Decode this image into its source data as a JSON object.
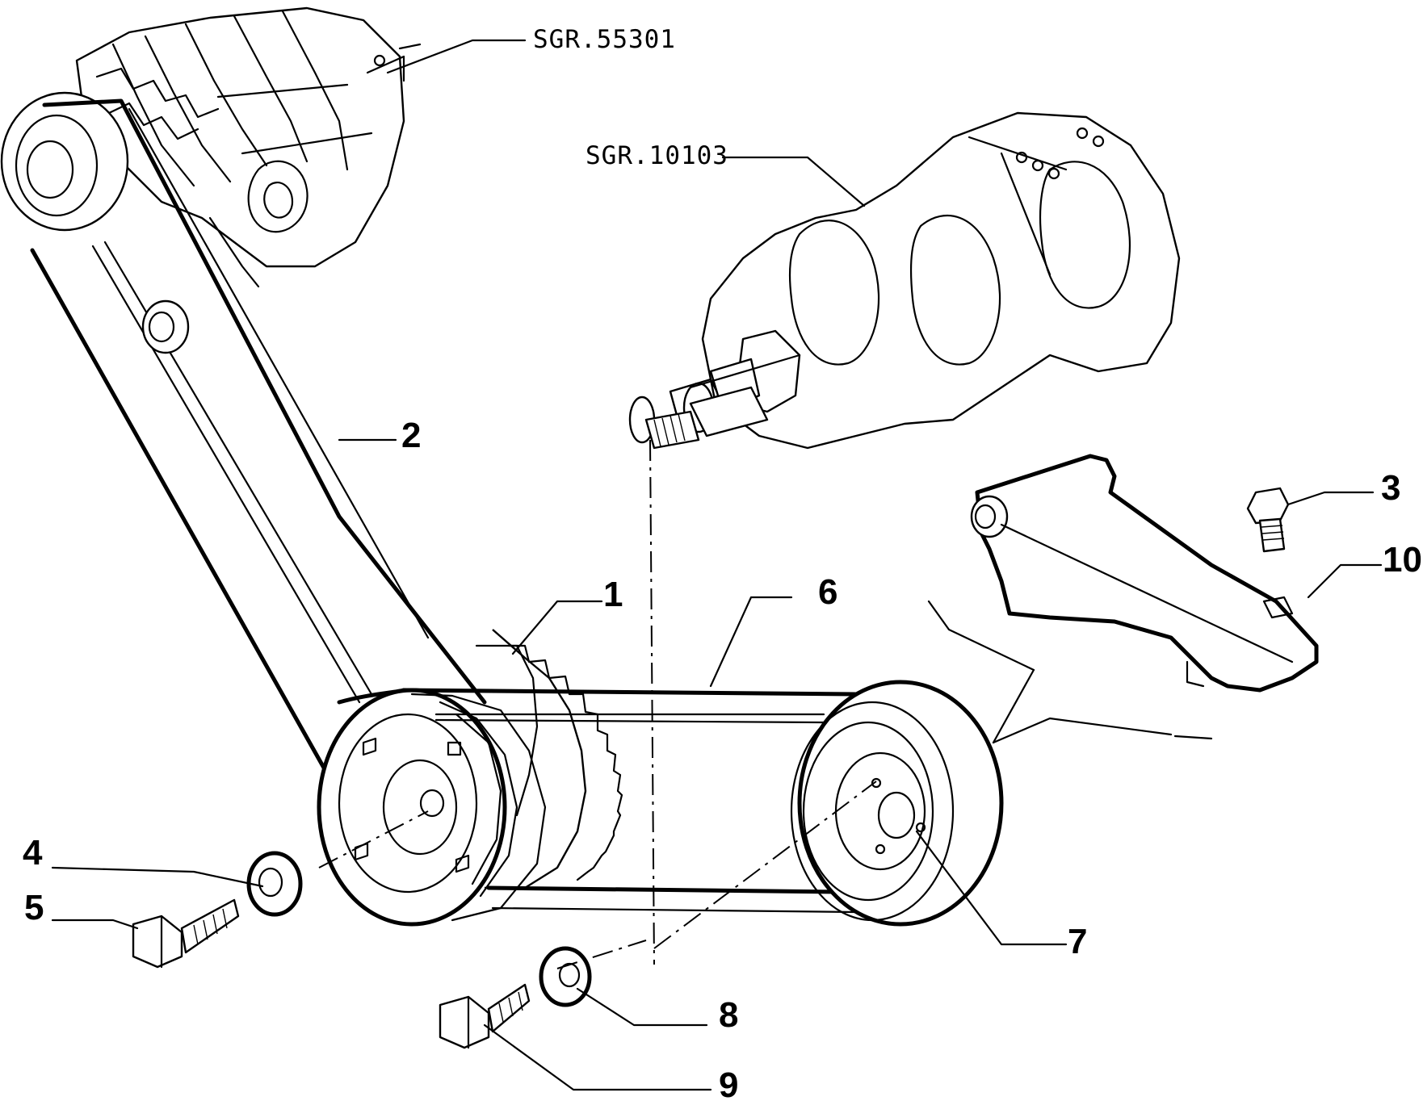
{
  "references": {
    "alternator": "SGR.55301",
    "crankshaft": "SGR.10103"
  },
  "callouts": {
    "c1": "1",
    "c2": "2",
    "c3": "3",
    "c4": "4",
    "c5": "5",
    "c6": "6",
    "c7": "7",
    "c8": "8",
    "c9": "9",
    "c10": "10"
  }
}
